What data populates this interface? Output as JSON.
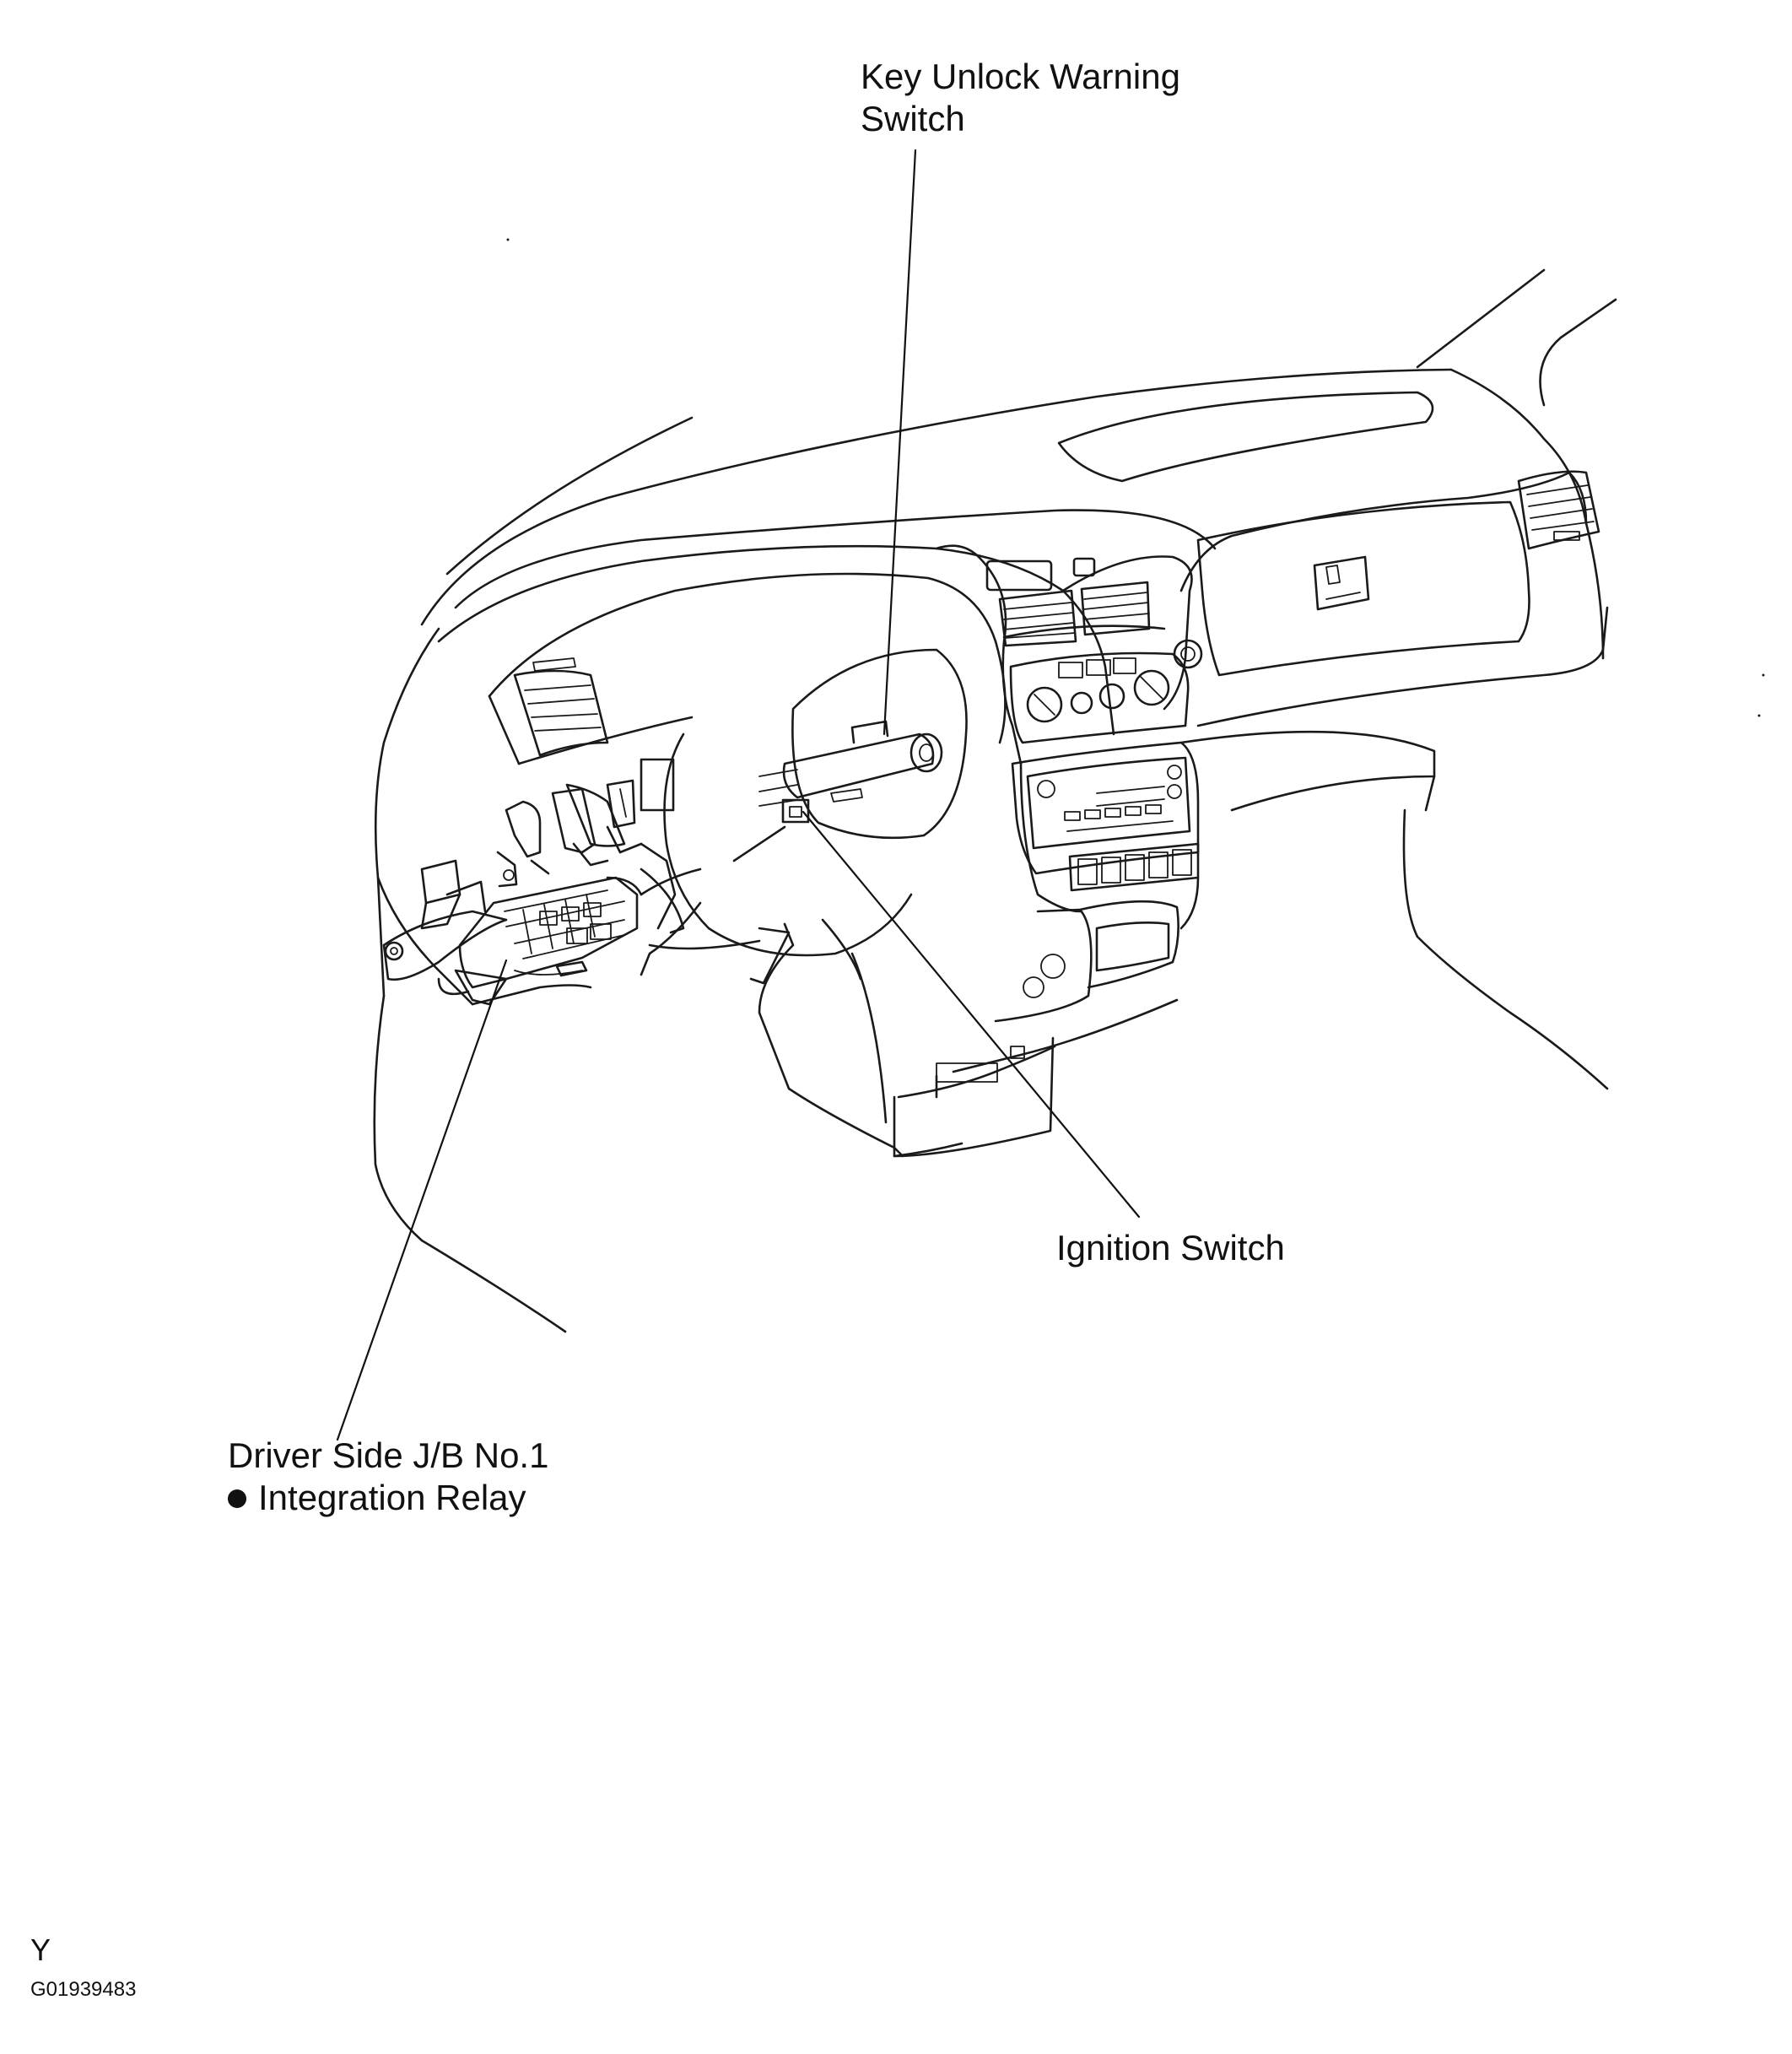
{
  "diagram": {
    "callouts": {
      "key_unlock_warning_switch": {
        "line1": "Key Unlock Warning",
        "line2": "Switch"
      },
      "ignition_switch": {
        "text": "Ignition Switch"
      },
      "driver_side_jb": {
        "line1": "Driver Side J/B No.1",
        "line2": "Integration Relay"
      }
    },
    "corner_letter": "Y",
    "figure_code": "G01939483"
  }
}
